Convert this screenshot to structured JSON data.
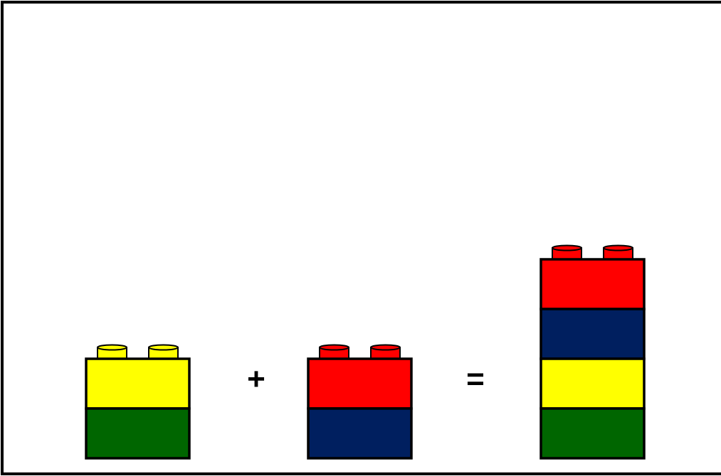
{
  "colors": {
    "yellow": "#ffff00",
    "green": "#006600",
    "red": "#ff0000",
    "navy": "#001f5f",
    "outline": "#000000",
    "background": "#ffffff"
  },
  "operators": {
    "plus": "+",
    "equals": "="
  },
  "towers": [
    {
      "name": "tower-yellow-green",
      "blocks_top_to_bottom": [
        "yellow",
        "green"
      ]
    },
    {
      "name": "tower-red-navy",
      "blocks_top_to_bottom": [
        "red",
        "navy"
      ]
    },
    {
      "name": "tower-combined",
      "blocks_top_to_bottom": [
        "red",
        "navy",
        "yellow",
        "green"
      ]
    }
  ]
}
